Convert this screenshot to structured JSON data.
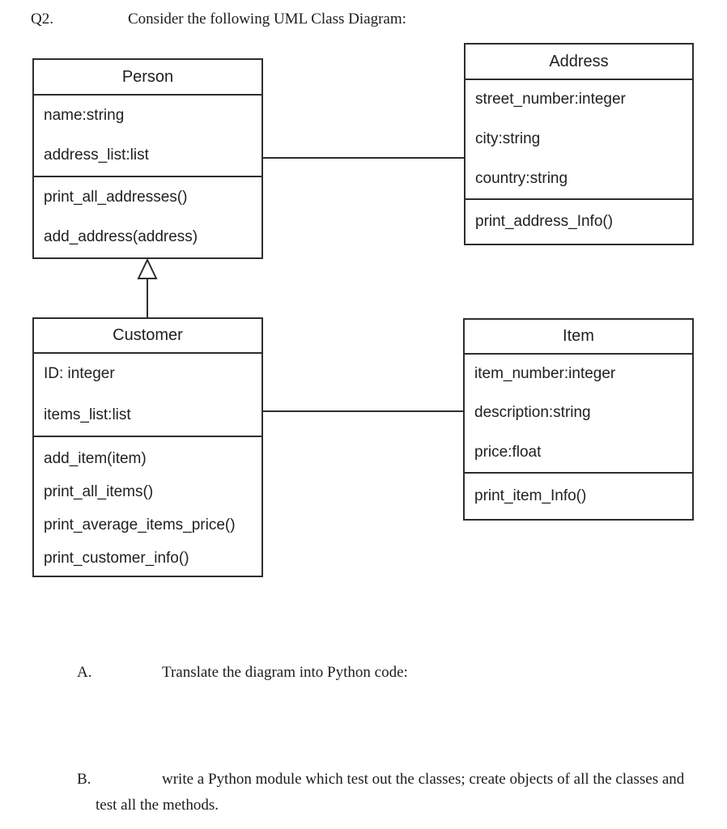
{
  "header": {
    "label": "Q2.",
    "instruction": "Consider the following UML Class Diagram:"
  },
  "diagram": {
    "classes": [
      {
        "name": "Person",
        "attributes": [
          "name:string",
          "address_list:list"
        ],
        "methods": [
          "print_all_addresses()",
          "add_address(address)"
        ]
      },
      {
        "name": "Address",
        "attributes": [
          "street_number:integer",
          "city:string",
          "country:string"
        ],
        "methods": [
          "print_address_Info()"
        ]
      },
      {
        "name": "Customer",
        "attributes": [
          "ID: integer",
          "items_list:list"
        ],
        "methods": [
          "add_item(item)",
          "print_all_items()",
          "print_average_items_price()",
          "print_customer_info()"
        ]
      },
      {
        "name": "Item",
        "attributes": [
          "item_number:integer",
          "description:string",
          "price:float"
        ],
        "methods": [
          "print_item_Info()"
        ]
      }
    ],
    "relationships": [
      {
        "type": "association",
        "from": "Person",
        "to": "Address"
      },
      {
        "type": "inheritance",
        "from": "Customer",
        "to": "Person"
      },
      {
        "type": "association",
        "from": "Customer",
        "to": "Item"
      }
    ]
  },
  "parts": [
    {
      "label": "A.",
      "text": "Translate the diagram into Python code:"
    },
    {
      "label": "B.",
      "line1": "write a Python module which test out the classes; create objects of all the classes and",
      "line2": "test all the methods."
    }
  ],
  "colors": {
    "line": "#2d2d2d",
    "text": "#1f1f1f",
    "background": "#ffffff"
  }
}
